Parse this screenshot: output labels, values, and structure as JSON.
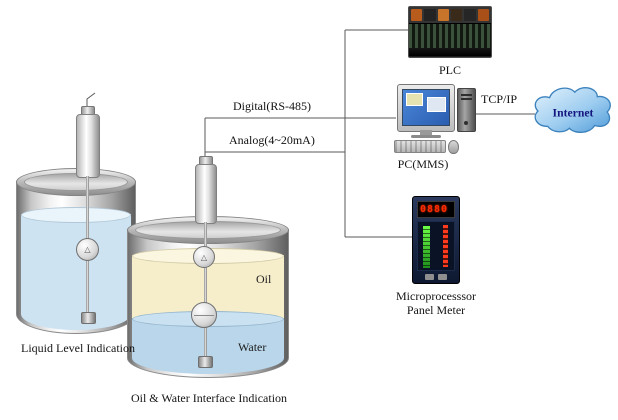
{
  "labels": {
    "digital": "Digital(RS-485)",
    "analog": "Analog(4~20mA)",
    "tcpip": "TCP/IP",
    "plc": "PLC",
    "pc": "PC(MMS)",
    "internet": "Internet",
    "oil": "Oil",
    "water": "Water",
    "left_tank_caption": "Liquid Level Indication",
    "right_tank_caption": "Oil & Water Interface Indication",
    "panel_meter_line1": "Microprocesssor",
    "panel_meter_line2": "Panel Meter"
  },
  "devices": {
    "panel_meter_reading": "0880"
  },
  "colors": {
    "oil": "#f6eecb",
    "water": "#b9d6ea",
    "tank_liquid": "#cde3f2",
    "cloud_blue": "#7db8e8",
    "display_red": "#ff2b00",
    "bargraph_green": "#2fae2f",
    "wire": "#5a5a5a"
  }
}
